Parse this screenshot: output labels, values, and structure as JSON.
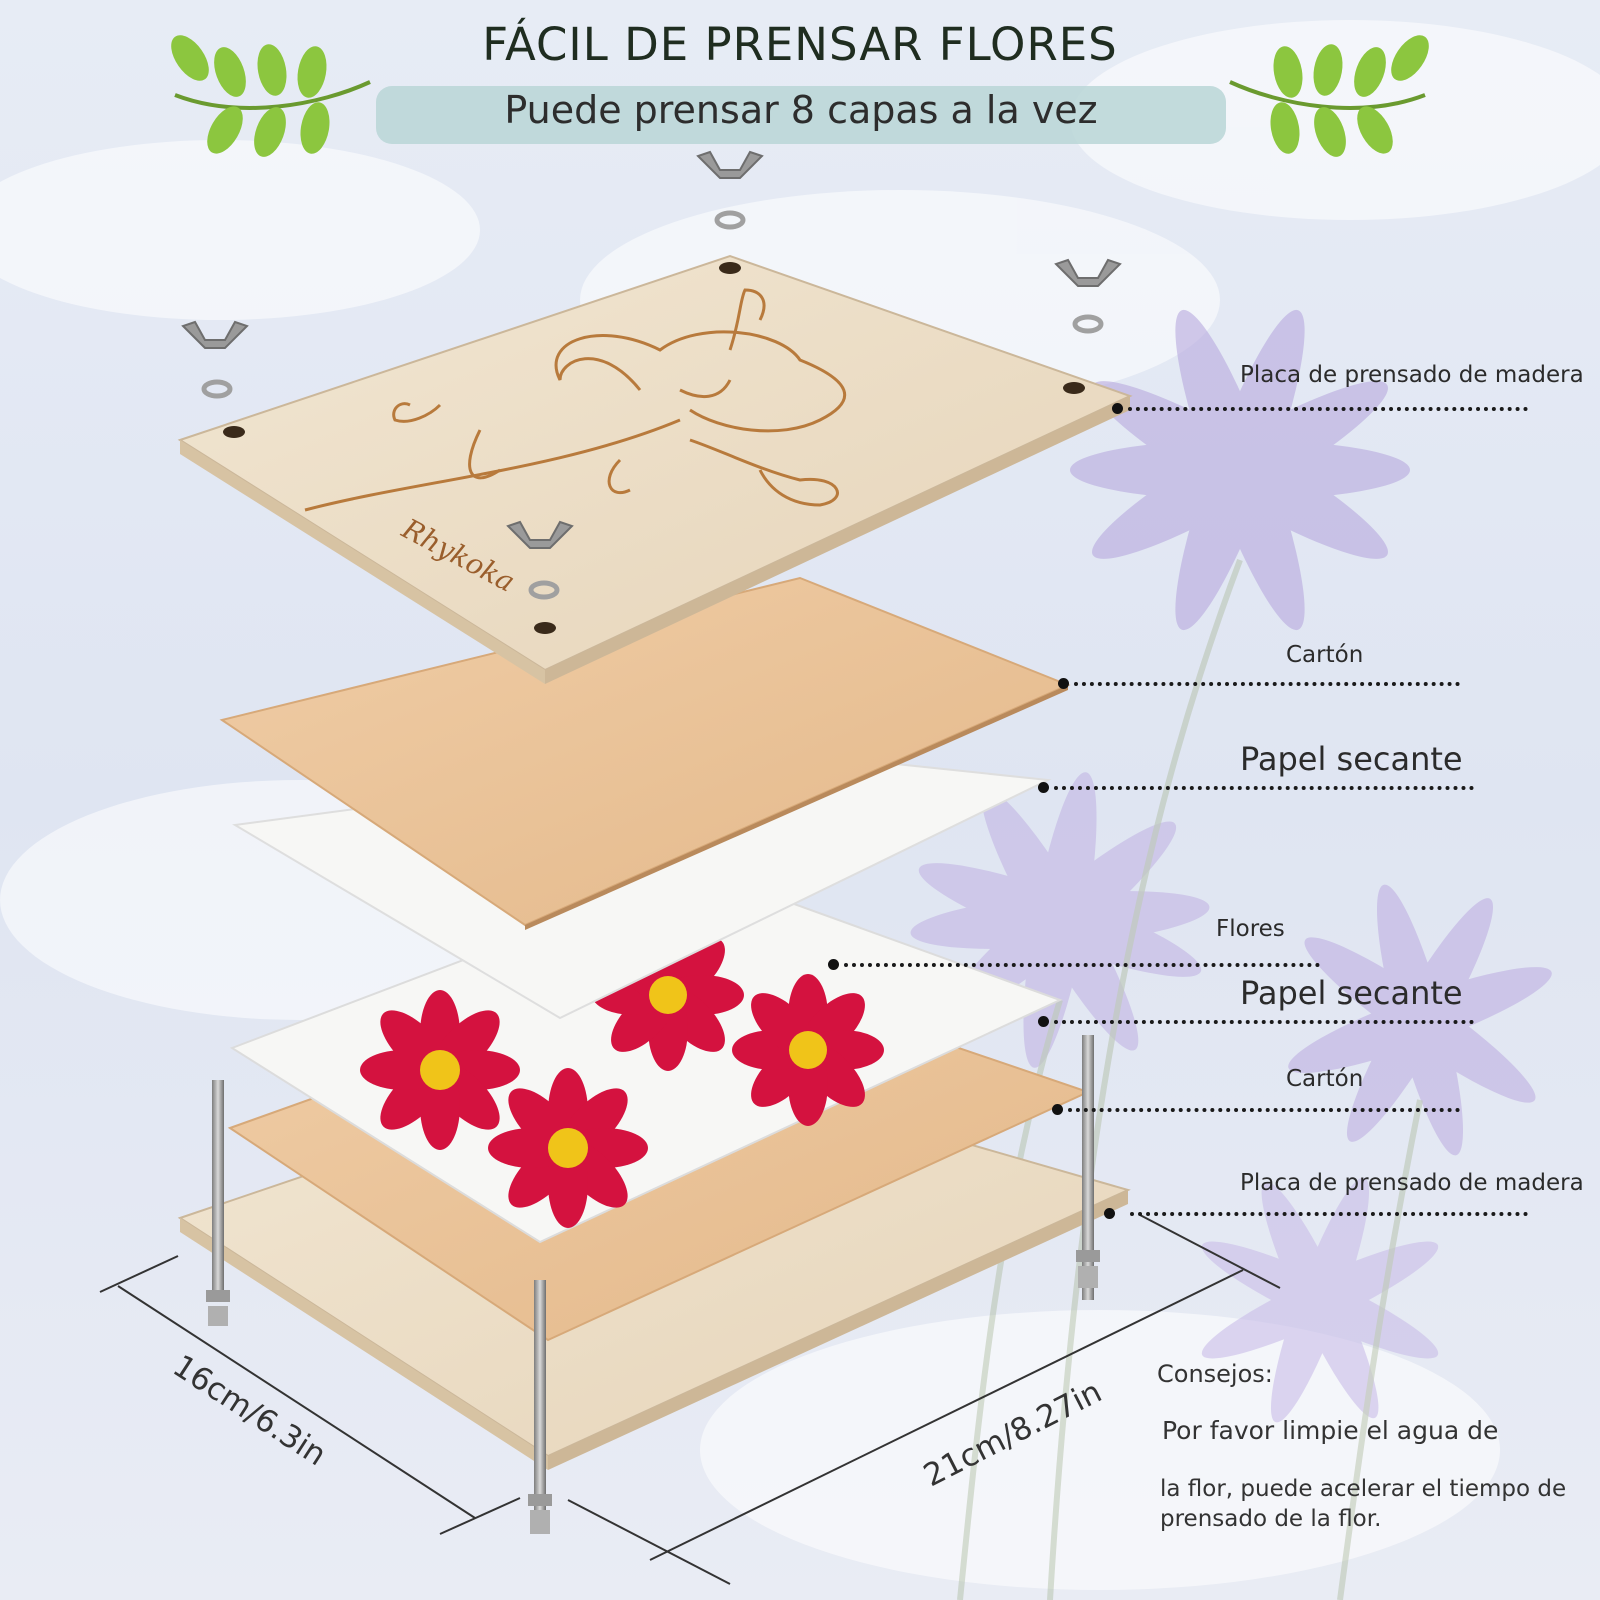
{
  "header": {
    "title": "FÁCIL DE PRENSAR FLORES",
    "subtitle": "Puede prensar 8 capas a la vez"
  },
  "brand": {
    "engraving": "Rhykoka"
  },
  "layers": [
    {
      "label": "Placa de prensado de madera"
    },
    {
      "label": "Cartón"
    },
    {
      "label": "Papel secante"
    },
    {
      "label": "Flores"
    },
    {
      "label": "Papel secante"
    },
    {
      "label": "Cartón"
    },
    {
      "label": "Placa de prensado de madera"
    }
  ],
  "dimensions": {
    "width": "16cm/6.3in",
    "length": "21cm/8.27in"
  },
  "tips": {
    "heading": "Consejos:",
    "line1": "Por favor limpie el agua de",
    "line2": "la flor, puede acelerar el tiempo de",
    "line3": "prensado de la flor."
  },
  "colors": {
    "sky": "#dfe6f3",
    "wood": "#eadbc3",
    "cardboard": "#e9c196",
    "paper": "#f7f7f5",
    "flower_petal": "#d4123f",
    "flower_center": "#f0c419",
    "leaf": "#8cc63f",
    "lavender": "#b7a9de"
  }
}
